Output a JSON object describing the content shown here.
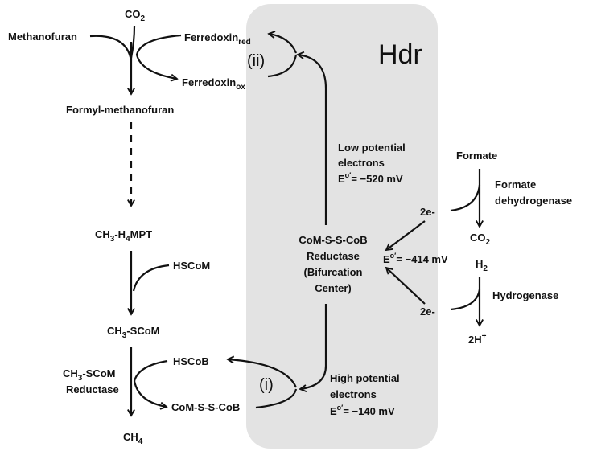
{
  "hdr_box": {
    "title": "Hdr",
    "fill": "#e3e3e3"
  },
  "colors": {
    "ink": "#111111",
    "background": "#ffffff"
  },
  "pathway": {
    "co2_top": {
      "main": "CO",
      "sub": "2"
    },
    "methanofuran": "Methanofuran",
    "formyl_methanofuran": "Formyl-methanofuran",
    "ch3_h4mpt": {
      "p1": "CH",
      "s1": "3",
      "p2": "-H",
      "s2": "4",
      "p3": "MPT"
    },
    "hscom": "HSCoM",
    "ch3_scom": {
      "p1": "CH",
      "s1": "3",
      "p2": "-SCoM"
    },
    "ch3_scom_reductase": {
      "line1_p1": "CH",
      "line1_s1": "3",
      "line1_p2": "-SCoM",
      "line2": "Reductase"
    },
    "ch4": {
      "main": "CH",
      "sub": "4"
    },
    "hscob": "HSCoB",
    "com_s_s_cob": "CoM-S-S-CoB"
  },
  "ferredoxin": {
    "red": {
      "main": "Ferredoxin",
      "sub": "red"
    },
    "ox": {
      "main": "Ferredoxin",
      "sub": "ox"
    }
  },
  "steps": {
    "i": "(i)",
    "ii": "(ii)"
  },
  "reductase": {
    "line1": "CoM-S-S-CoB",
    "line2": "Reductase",
    "line3": "(Bifurcation",
    "line4": "Center)"
  },
  "low_potential": {
    "line1": "Low potential",
    "line2": "electrons",
    "e_prefix": "E",
    "e_sup": "o′",
    "e_value": "= −520 mV"
  },
  "high_potential": {
    "line1": "High potential",
    "line2": "electrons",
    "e_prefix": "E",
    "e_sup": "o′",
    "e_value": "= −140 mV"
  },
  "center_potential": {
    "e_prefix": "E",
    "e_sup": "o′",
    "e_value": "= −414 mV"
  },
  "formate_branch": {
    "formate": "Formate",
    "enzyme_line1": "Formate",
    "enzyme_line2": "dehydrogenase",
    "electrons": "2e-",
    "product": {
      "main": "CO",
      "sub": "2"
    }
  },
  "hydrogen_branch": {
    "substrate": {
      "main": "H",
      "sub": "2"
    },
    "enzyme": "Hydrogenase",
    "electrons": "2e-",
    "product": {
      "main": "2H",
      "sup": "+"
    }
  }
}
